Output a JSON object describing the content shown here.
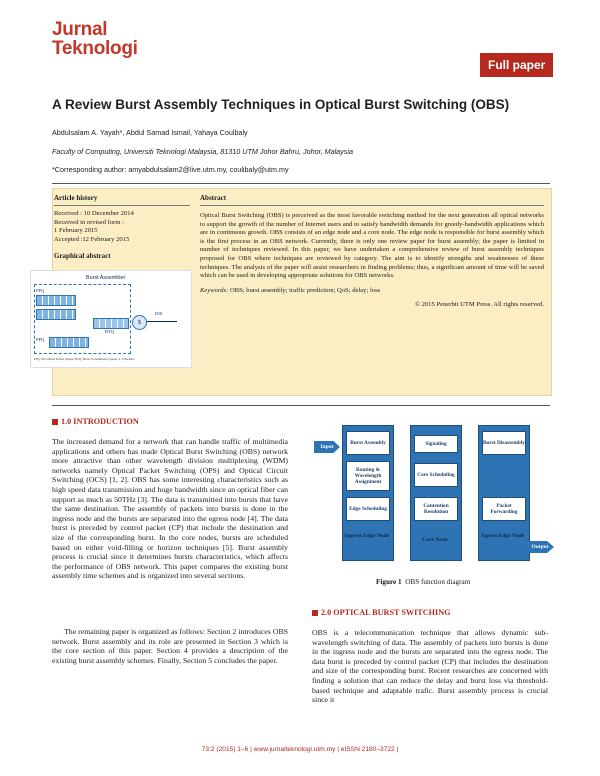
{
  "header": {
    "journal_line1": "Jurnal",
    "journal_line2": "Teknologi",
    "badge": "Full paper"
  },
  "title": "A Review Burst Assembly Techniques in Optical Burst Switching (OBS)",
  "authors": "Abdulsalam A. Yayah*, Abdul Samad Ismail, Yahaya Coulbaly",
  "affiliation": "Faculty of Computing, Universiti Teknologi Malaysia, 81310 UTM Johor Bahru, Johor, Malaysia",
  "corresponding": "*Corresponding author: amyabdulsalam2@live.utm.my, coulibaly@utm.my",
  "article_history": {
    "heading": "Article history",
    "received": "Received : 10 December 2014",
    "revised_label": "Received in revised form :",
    "revised": "1 February 2015",
    "accepted": "Accepted :12 February 2015"
  },
  "graphical_abstract": {
    "heading": "Graphical abstract",
    "diagram_title": "Burst Assembler",
    "ppq1": "PPQ",
    "btq": "BTQ",
    "ppq2": "PPQ",
    "dollar": "$",
    "dis": "DIS",
    "caption": "PPQ: Prioritized Packet Queue, BTQ: Burst Transmission Queue, S: Scheduler"
  },
  "abstract": {
    "heading": "Abstract",
    "text": "Optical Burst Switching (OBS) is perceived as the most favorable switching method for the next generation all optical networks to support the growth of the number of Internet users and to satisfy bandwidth demands for greedy-bandwidth applications which are in continuous growth. OBS consists of an edge node and a core node. The edge node is responsible for burst assembly which is the first process in an OBS network. Currently, there is only one review paper for burst assembly; the paper is limited in number of techniques reviewed. In this paper, we have undertaken a comprehensive review of burst assembly techniques proposed for OBS where techniques are reviewed by category. The aim is to identify strengths and weaknesses of these techniques. The analysis of the paper will assist researchers in finding problems; thus, a significant amount of time will be saved which can be used in developing appropriate solutions for OBS networks.",
    "keywords_label": "Keywords:",
    "keywords": "OBS; burst assembly; traffic prediction; QoS; delay; loss",
    "copyright": "© 2015 Penerbit UTM Press. All rights reserved."
  },
  "section1": {
    "heading": "1.0 INTRODUCTION",
    "p1": "The increased demand for a network that can handle traffic of multimedia applications and others has made Optical Burst Switching (OBS) network more attractive than other wavelength division multiplexing (WDM) networks namely Optical Packet Switching (OPS) and Optical Circuit Switching (OCS) [1, 2]. OBS has some interesting characteristics such as high speed data transmission and huge bandwidth since an optical fiber can support as much as 50THz [3]. The data is transmitted into bursts that have the same destination. The assembly of packets into bursts is done in the ingress node and the bursts are separated into the egress node [4]. The data burst is preceded by control packet (CP) that include the destination and size of the corresponding burst. In the core nodes, bursts are scheduled based on either void-filling or horizon techniques [5]. Burst assembly process is crucial since it determines bursts characteristics, which affects the performance of OBS network. This paper compares the existing burst assembly time schemes and is organized into several sections.",
    "p2": "The remaining paper is organized as follows: Section 2 introduces OBS network. Burst assembly and its role are presented in Section 3 which is the core section of this paper. Section 4 provides a description of the existing burst assembly schemes. Finally, Section 5 concludes the paper."
  },
  "figure1": {
    "input": "Input",
    "output": "Output",
    "col1": [
      "Burst Assembly",
      "Routing & Wavelength Assignment",
      "Edge Scheduling"
    ],
    "col1_tag": "Ingress Edge Node",
    "col2": [
      "Signaling",
      "Core Scheduling",
      "Contention Resolution"
    ],
    "col2_tag": "Core Node",
    "col3": [
      "Burst Disassembly",
      "Packet Forwarding"
    ],
    "col3_tag": "Egress Edge Node",
    "caption_label": "Figure 1",
    "caption": "OBS function diagram"
  },
  "section2": {
    "heading": "2.0 OPTICAL BURST SWITCHING",
    "p1": "OBS is a telecommunication technique that allows dynamic sub-wavelength switching of data. The assembly of packets into bursts is done in the ingress node and the bursts are separated into the egress node. The data burst is preceded by control packet (CP) that includes the destination and size of the corresponding burst. Recent researches are concerned with finding a solution that can reduce the delay and burst loss via threshold-based technique and adaptable trafic. Burst assembly process is crucial since it"
  },
  "footer": "73:2 (2015) 1–6 | www.jurnalteknologi.utm.my | eISSN 2180–3722 |",
  "colors": {
    "accent": "#b5291f",
    "info_bg": "#fbeec4",
    "diagram_blue": "#2e74b5"
  }
}
